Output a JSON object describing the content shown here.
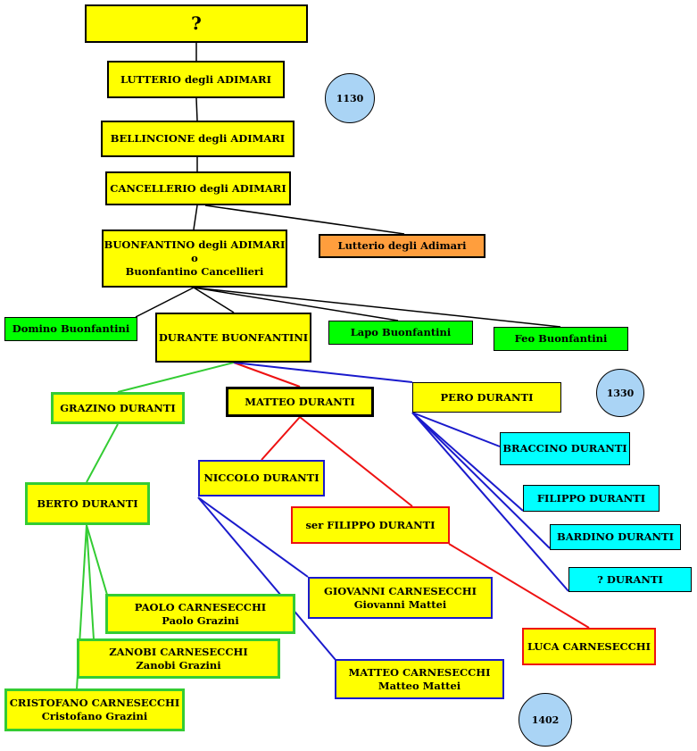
{
  "nodes": {
    "root": "?",
    "lutterio_adimari": "LUTTERIO degli ADIMARI",
    "bellincione": "BELLINCIONE degli ADIMARI",
    "cancellerio": "CANCELLERIO degli ADIMARI",
    "buonfantino_1": "BUONFANTINO degli ADIMARI",
    "buonfantino_2": "o",
    "buonfantino_3": "Buonfantino Cancellieri",
    "lutterio_orange": "Lutterio degli Adimari",
    "domino": "Domino Buonfantini",
    "durante": "DURANTE BUONFANTINI",
    "lapo": "Lapo  Buonfantini",
    "feo": "Feo Buonfantini",
    "grazino": "GRAZINO DURANTI",
    "matteo_duranti": "MATTEO DURANTI",
    "pero": "PERO DURANTI",
    "braccino": "BRACCINO DURANTI",
    "filippo_d": "FILIPPO DURANTI",
    "bardino": "BARDINO DURANTI",
    "unknown_duranti": "? DURANTI",
    "niccolo": "NICCOLO DURANTI",
    "ser_filippo": "ser FILIPPO DURANTI",
    "berto": "BERTO DURANTI",
    "paolo_1": "PAOLO CARNESECCHI",
    "paolo_2": "Paolo Grazini",
    "zanobi_1": "ZANOBI CARNESECCHI",
    "zanobi_2": "Zanobi Grazini",
    "cristofano_1": "CRISTOFANO CARNESECCHI",
    "cristofano_2": "Cristofano Grazini",
    "giovanni_1": "GIOVANNI CARNESECCHI",
    "giovanni_2": "Giovanni Mattei",
    "matteo_c_1": "MATTEO CARNESECCHI",
    "matteo_c_2": "Matteo Mattei",
    "luca": "LUCA CARNESECCHI"
  },
  "years": {
    "y1130": "1130",
    "y1330": "1330",
    "y1402": "1402"
  },
  "colors": {
    "yellow": "#ffff00",
    "green": "#00ff00",
    "cyan": "#00ffff",
    "orange": "#ff9e3d",
    "year_circle": "#aad4f5",
    "line_black": "#000000",
    "line_green": "#33cc33",
    "line_blue": "#1a1acc",
    "line_red": "#ee1111"
  }
}
